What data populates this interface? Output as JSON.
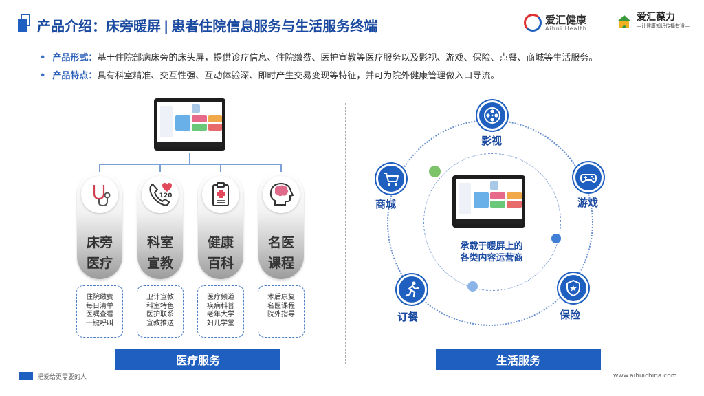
{
  "header": {
    "title_main": "产品介绍：床旁暖屏",
    "title_sep": "|",
    "title_sub": "患者住院信息服务与生活服务终端",
    "logo1_cn": "爱汇健康",
    "logo1_en": "Aihui Health",
    "logo2_cn": "爱汇葆力",
    "logo2_tag": "—让健康知识传播有道—"
  },
  "bullets": [
    {
      "label": "产品形式：",
      "text": "基于住院部病床旁的床头屏，提供诊疗信息、住院缴费、医护宣教等医疗服务以及影视、游戏、保险、点餐、商城等生活服务。"
    },
    {
      "label": "产品特点：",
      "text": "具有科室精准、交互性强、互动体验深、即时产生交易变现等特征，并可为院外健康管理做入口导流。"
    }
  ],
  "medical": {
    "pills": [
      {
        "line1": "床旁",
        "line2": "医疗",
        "icon": "stethoscope-icon",
        "items": [
          "住院缴费",
          "每日清单",
          "医嘱查看",
          "一键呼叫"
        ]
      },
      {
        "line1": "科室",
        "line2": "宣教",
        "icon": "phone-120-icon",
        "items": [
          "卫计宣教",
          "科室特色",
          "医护联系",
          "宣教推送"
        ]
      },
      {
        "line1": "健康",
        "line2": "百科",
        "icon": "medical-clipboard-icon",
        "items": [
          "医疗频道",
          "疾病科普",
          "老年大学",
          "妇儿学堂"
        ]
      },
      {
        "line1": "名医",
        "line2": "课程",
        "icon": "brain-head-icon",
        "items": [
          "术后康复",
          "名医课程",
          "院外指导"
        ]
      }
    ],
    "button": "医疗服务",
    "icon_badge": "120"
  },
  "life": {
    "nodes": [
      {
        "label": "影视",
        "icon": "film-reel-icon"
      },
      {
        "label": "游戏",
        "icon": "gamepad-icon"
      },
      {
        "label": "保险",
        "icon": "shield-icon"
      },
      {
        "label": "订餐",
        "icon": "runner-icon"
      },
      {
        "label": "商城",
        "icon": "cart-icon"
      }
    ],
    "center_line1": "承载于暖屏上的",
    "center_line2": "各类内容运营商",
    "button": "生活服务"
  },
  "footer": {
    "slogan": "把爱给更需要的人",
    "url": "www.aihuichina.com"
  },
  "colors": {
    "brand": "#1f5fbf",
    "title": "#1a4aa0",
    "green_dot": "#7cc36a",
    "blue_dot": "#3f7fd6"
  }
}
